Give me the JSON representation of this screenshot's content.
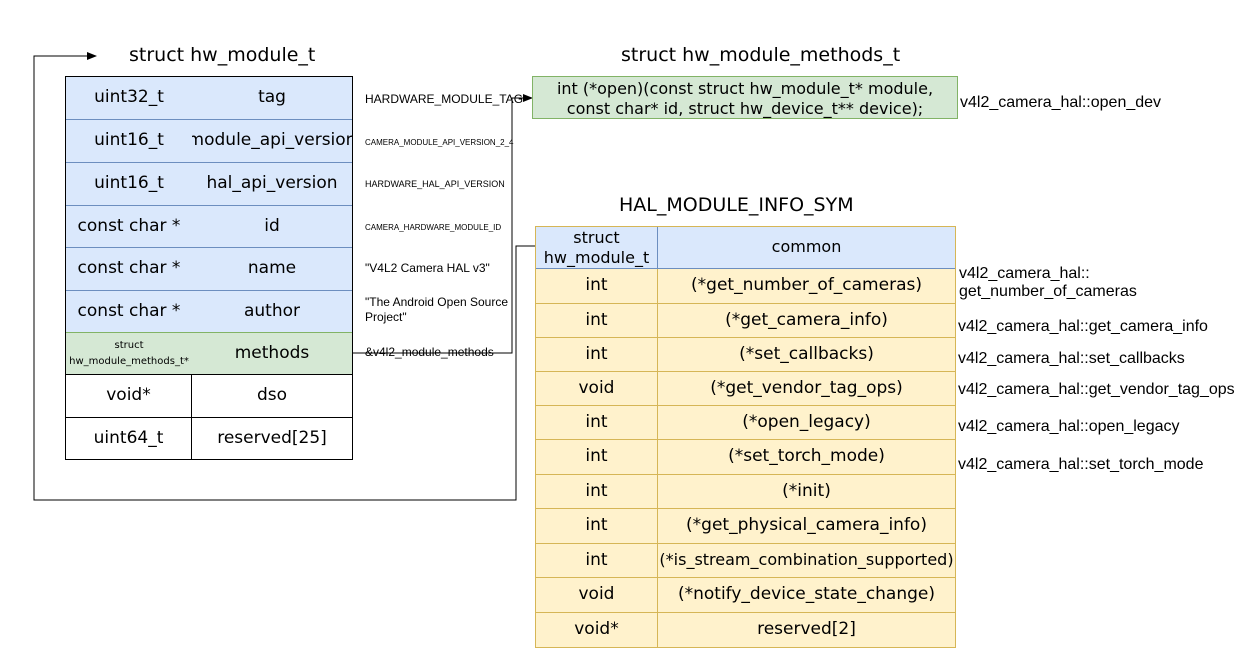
{
  "hw_module": {
    "title": "struct hw_module_t",
    "rows": [
      {
        "type": "uint32_t",
        "field": "tag",
        "value": "HARDWARE_MODULE_TAG"
      },
      {
        "type": "uint16_t",
        "field": "module_api_version",
        "value": "CAMERA_MODULE_API_VERSION_2_4"
      },
      {
        "type": "uint16_t",
        "field": "hal_api_version",
        "value": "HARDWARE_HAL_API_VERSION"
      },
      {
        "type": "const char *",
        "field": "id",
        "value": "CAMERA_HARDWARE_MODULE_ID"
      },
      {
        "type": "const char *",
        "field": "name",
        "value": "\"V4L2 Camera HAL v3\""
      },
      {
        "type": "const char *",
        "field": "author",
        "value": "\"The Android Open Source",
        "value2": "Project\""
      },
      {
        "type": "struct",
        "type2": "hw_module_methods_t*",
        "field": "methods",
        "value": "&v4l2_module_methods"
      },
      {
        "type": "void*",
        "field": "dso"
      },
      {
        "type": "uint64_t",
        "field": "reserved[25]"
      }
    ]
  },
  "hw_module_methods": {
    "title": "struct hw_module_methods_t",
    "line1": "int (*open)(const struct hw_module_t* module,",
    "line2": "const char* id, struct hw_device_t** device);",
    "impl": "v4l2_camera_hal::open_dev"
  },
  "hal_module_info": {
    "title": "HAL_MODULE_INFO_SYM",
    "header": {
      "type": "struct",
      "type2": "hw_module_t",
      "field": "common"
    },
    "rows": [
      {
        "type": "int",
        "field": "(*get_number_of_cameras)",
        "impl": "v4l2_camera_hal::",
        "impl2": "get_number_of_cameras"
      },
      {
        "type": "int",
        "field": "(*get_camera_info)",
        "impl": "v4l2_camera_hal::get_camera_info"
      },
      {
        "type": "int",
        "field": "(*set_callbacks)",
        "impl": "v4l2_camera_hal::set_callbacks"
      },
      {
        "type": "void",
        "field": "(*get_vendor_tag_ops)",
        "impl": "v4l2_camera_hal::get_vendor_tag_ops"
      },
      {
        "type": "int",
        "field": "(*open_legacy)",
        "impl": "v4l2_camera_hal::open_legacy"
      },
      {
        "type": "int",
        "field": "(*set_torch_mode)",
        "impl": "v4l2_camera_hal::set_torch_mode"
      },
      {
        "type": "int",
        "field": "(*init)"
      },
      {
        "type": "int",
        "field": "(*get_physical_camera_info)"
      },
      {
        "type": "int",
        "field": "(*is_stream_combination_supported)"
      },
      {
        "type": "void",
        "field": "(*notify_device_state_change)"
      },
      {
        "type": "void*",
        "field": "reserved[2]"
      }
    ]
  },
  "colors": {
    "blue_fill": "#dae8fc",
    "blue_line": "#6c8ebf",
    "green_fill": "#d5e8d4",
    "green_line": "#82b366",
    "yellow_fill": "#fff2cc",
    "yellow_line": "#d6b656"
  }
}
